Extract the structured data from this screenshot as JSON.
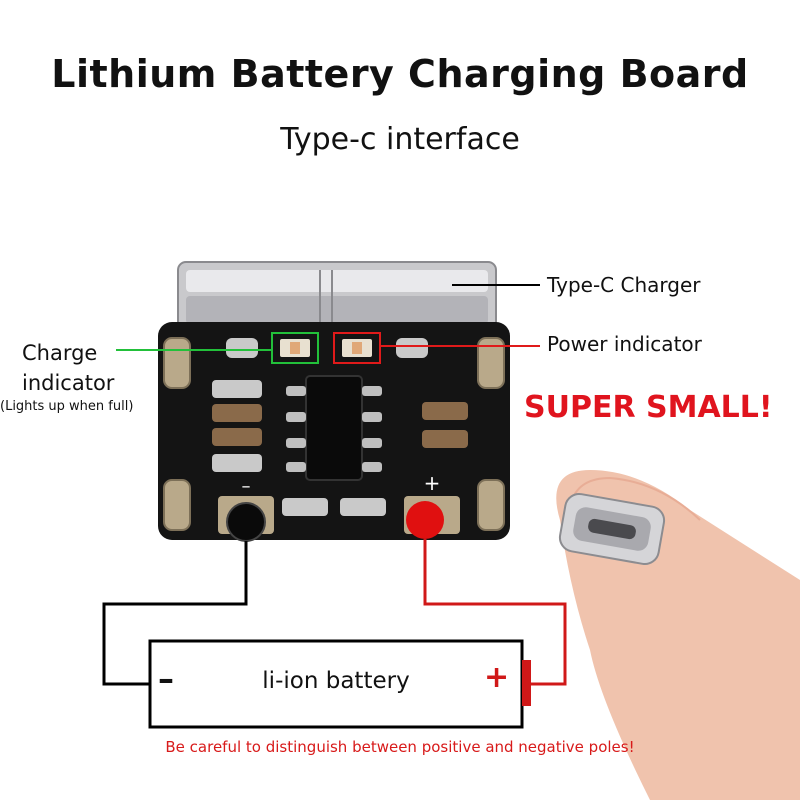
{
  "title": "Lithium Battery Charging Board",
  "subtitle": "Type-c interface",
  "labels": {
    "type_c_charger": "Type-C Charger",
    "power_indicator": "Power indicator",
    "charge_indicator_line1": "Charge",
    "charge_indicator_line2": "indicator",
    "charge_indicator_note": "(Lights up when full)",
    "super_small": "SUPER SMALL!"
  },
  "battery": {
    "label": "li-ion battery",
    "negative": "–",
    "positive": "+"
  },
  "warning": "Be careful to distinguish between positive and negative poles!",
  "colors": {
    "charge_line": "#22c03a",
    "power_line": "#e01a1a",
    "warning": "#d81a1a",
    "board": "#141414"
  }
}
